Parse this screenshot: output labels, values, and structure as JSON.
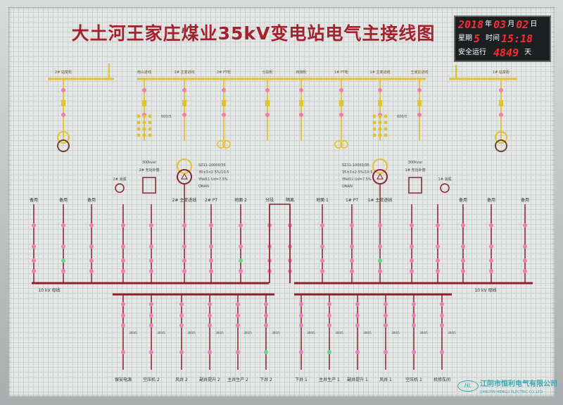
{
  "title": "大土河王家庄煤业35kV变电站电气主接线图",
  "clock": {
    "year": "2018",
    "year_unit": "年",
    "month": "03",
    "month_unit": "月",
    "day": "02",
    "day_unit": "日",
    "weekday_label": "星期",
    "weekday": "5",
    "time_label": "时间",
    "time": "15:18",
    "safety_label": "安全运行",
    "safety_days": "4849",
    "days_unit": "天"
  },
  "hv_feeders": [
    "2# 站变柜",
    "南山进线",
    "2# 主变进线",
    "2# PT柜",
    "分段柜",
    "转接柜",
    "1# PT柜",
    "1# 主变进线",
    "王家庄进线",
    "1# 站变柜"
  ],
  "ct_ratio_left": "600/5",
  "ct_ratio_right": "600/5",
  "transformer_2": {
    "model": "SZ11-10000/35",
    "ratio": "35±3×2.5%/10.5",
    "group": "YNd11 Ud=7.5%",
    "cooling": "ONAN"
  },
  "transformer_1": {
    "model": "SZ11-10000/35",
    "ratio": "35±3×2.5%/10.5",
    "group": "YNd11 Ud=7.5%",
    "cooling": "ONAN"
  },
  "comp_2": {
    "capacity": "300kvar",
    "label": "2# 无功补偿"
  },
  "comp_1": {
    "capacity": "300kvar",
    "label": "1# 无功补偿"
  },
  "arc_2": "2# 消弧",
  "arc_1": "1# 消弧",
  "mv_upper_feeders": [
    "备用",
    "备用",
    "备用",
    "2# 主变进线",
    "2# PT",
    "地面 2",
    "分段",
    "隔离",
    "地面 1",
    "1# PT",
    "1# 主变进线",
    "备用",
    "备用",
    "备用"
  ],
  "bus_left_label": "10 kV 母线",
  "bus_right_label": "10 kV 母线",
  "mv_lower_feeders": [
    "保安电源",
    "空压机 2",
    "风井 2",
    "副井提升 2",
    "主井生产 2",
    "下井 2",
    "下井 1",
    "主井生产 1",
    "副井提升 1",
    "风井 1",
    "空压机 1",
    "机修车间"
  ],
  "ct_small": "300/5",
  "logo": {
    "mark": "HL",
    "company": "江阴市恒利电气有限公司",
    "company_en": "JIANGYIN HENGLI ELECTRIC CO.,LTD"
  },
  "colors": {
    "hv": "#e3c22a",
    "mv": "#8a2232",
    "lamp_red": "#f27db0",
    "lamp_green": "#5fd88a",
    "title": "#a3222e"
  }
}
